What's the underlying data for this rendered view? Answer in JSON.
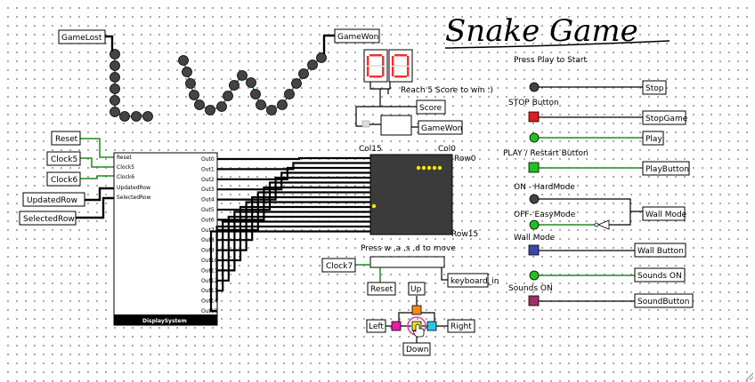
{
  "title": "Snake Game",
  "inputs_left": [
    "Reset",
    "Clock5",
    "Clock6",
    "UpdatedRow",
    "SelectedRow"
  ],
  "display_system": {
    "name": "DisplaySystem",
    "in_ports": [
      "Reset",
      "Clock5",
      "Clock6",
      "UpdatedRow",
      "SelectedRow"
    ],
    "out_ports": [
      "Out0",
      "Out1",
      "Out2",
      "Out3",
      "Out4",
      "Out5",
      "Out6",
      "Out7",
      "Out8",
      "Out9",
      "Out10",
      "Out11",
      "Out12",
      "Out13",
      "Out14",
      "Out15"
    ]
  },
  "status_outputs": {
    "game_lost": "GameLost",
    "game_won": "GameWon"
  },
  "score": {
    "digits": [
      "0",
      "0"
    ],
    "hint": "Reach 5 Score to win :)",
    "score_label": "Score",
    "game_won_label": "GameWon"
  },
  "matrix": {
    "col_left": "Col15",
    "col_right": "Col0",
    "row_top": "Row0",
    "row_bottom": "Row15"
  },
  "keyboard": {
    "hint": "Press w ,a ,s ,d to move",
    "clock_label": "Clock7",
    "reset_label": "Reset",
    "output_label": "keyboard_in"
  },
  "dpad": {
    "up": "Up",
    "left": "Left",
    "right": "Right",
    "down": "Down"
  },
  "controls": {
    "start_hint": "Press Play to Start",
    "stop_output": "Stop",
    "stop_button_caption": "STOP Button",
    "stop_game_output": "StopGame",
    "play_output": "Play",
    "play_button_caption": "PLAY / Restart Button",
    "play_button_output": "PlayButton",
    "hard_mode_caption": "ON - HardMode",
    "easy_mode_caption": "OFF- EasyMode",
    "wall_mode_output": "Wall Mode",
    "wall_mode_caption": "Wall Mode",
    "wall_button_output": "Wall Button",
    "sounds_on_output": "Sounds ON",
    "sounds_on_caption": "Sounds ON",
    "sound_button_output": "SoundButton"
  },
  "colors": {
    "wire_active": "#1e8c1e",
    "led_on": "#1fc21f",
    "led_off": "#444444",
    "segment_on": "#ff2b2b",
    "matrix_bg": "#3b3b3b",
    "pixel_on": "#ffe600",
    "stop_button": "#e01b1b",
    "play_button": "#1fc21f",
    "wall_button": "#3b48a8",
    "sound_button": "#a0306a",
    "dpad_up": "#f28a18",
    "dpad_left": "#e81aa8",
    "dpad_center": "#f2e51a",
    "dpad_right": "#29c6e8"
  }
}
